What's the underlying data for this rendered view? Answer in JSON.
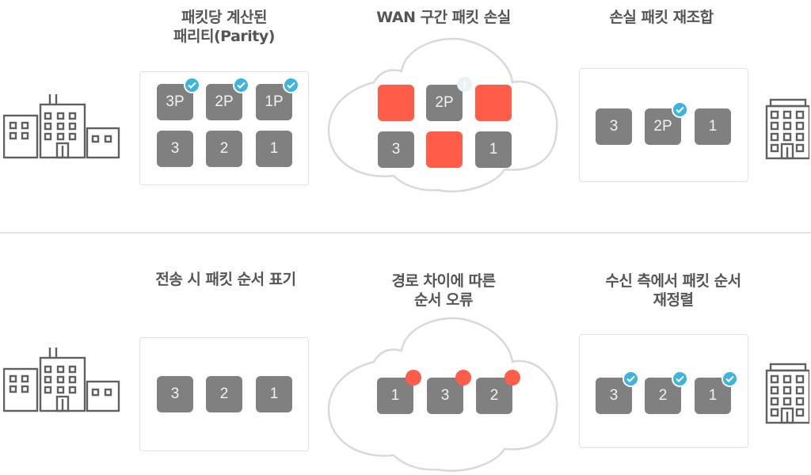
{
  "top": {
    "stage1": {
      "title": "패킷당 계산된\n패리티(Parity)",
      "packets_row1": [
        "3P",
        "2P",
        "1P"
      ],
      "packets_row2": [
        "3",
        "2",
        "1"
      ]
    },
    "stage2": {
      "title": "WAN 구간 패킷 손실",
      "packets_row1": [
        "",
        "2P",
        ""
      ],
      "packets_row2": [
        "3",
        "",
        "1"
      ]
    },
    "stage3": {
      "title": "손실 패킷 재조합",
      "packets": [
        "3",
        "2P",
        "1"
      ]
    }
  },
  "bottom": {
    "stage1": {
      "title": "전송 시 패킷 순서 표기",
      "packets": [
        "3",
        "2",
        "1"
      ]
    },
    "stage2": {
      "title": "경로 차이에 따른\n순서 오류",
      "packets": [
        "1",
        "3",
        "2"
      ]
    },
    "stage3": {
      "title": "수신 측에서 패킷 순서\n재정렬",
      "packets": [
        "3",
        "2",
        "1"
      ]
    }
  },
  "icons": {
    "sender": "building-group-icon",
    "receiver": "office-building-icon",
    "network": "cloud-icon",
    "ok": "check-badge-icon",
    "warn": "exclamation-badge-icon",
    "error": "red-dot-icon"
  },
  "colors": {
    "packet": "#808080",
    "lost_packet": "#ff5c4a",
    "check_badge": "#3cb4dc",
    "error_dot": "#ff5c4a",
    "title_text": "#555555"
  }
}
